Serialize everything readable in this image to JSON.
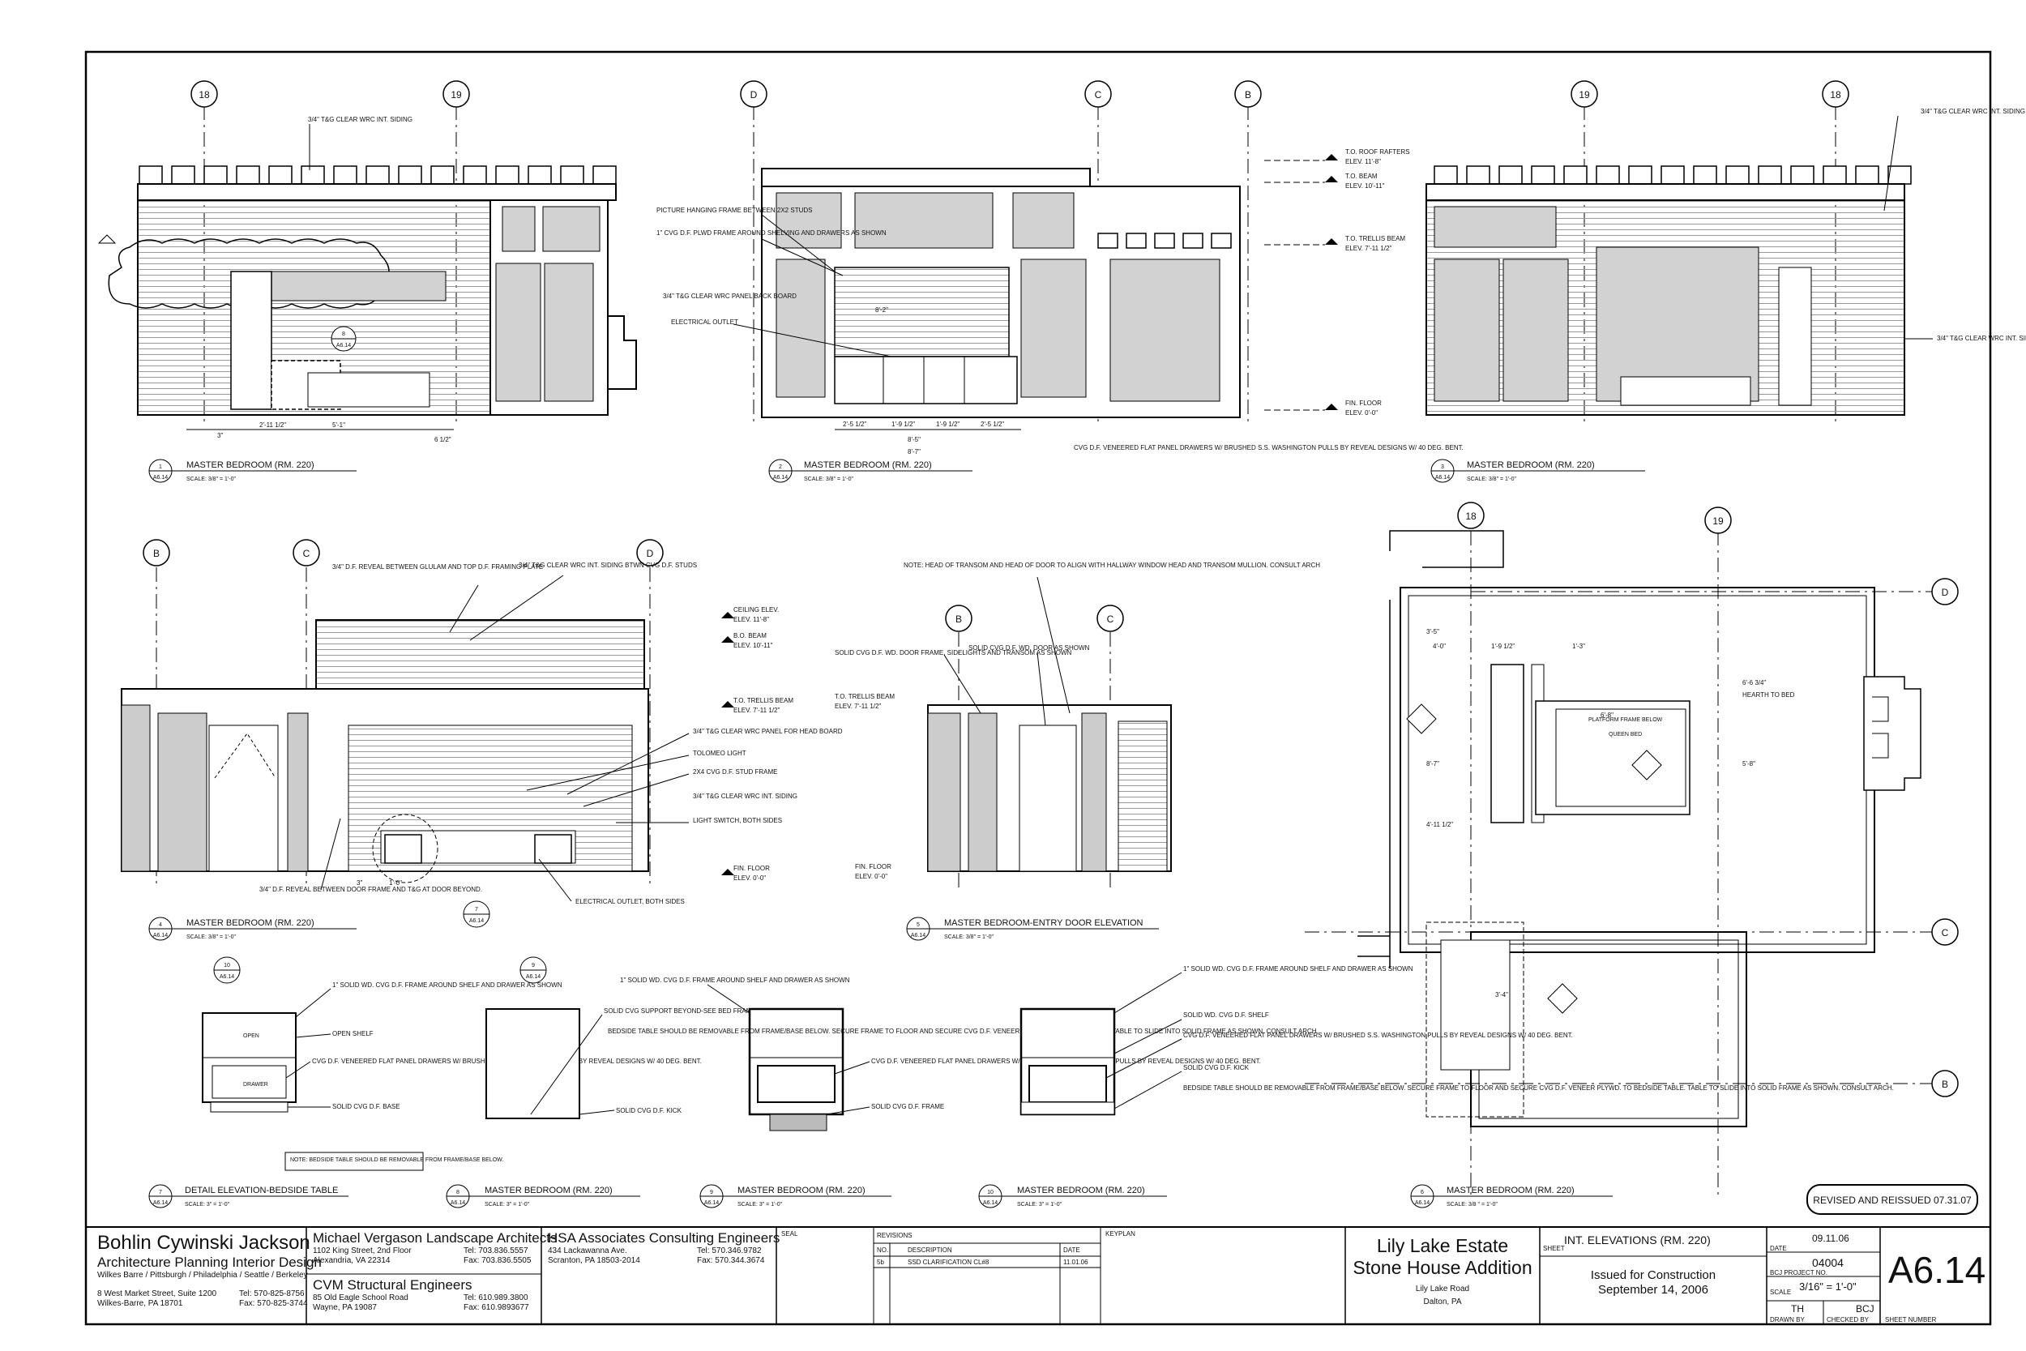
{
  "sheet": {
    "number": "A6.14",
    "title": "INT. ELEVATIONS (RM. 220)",
    "date": "09.11.06",
    "project_no": "04004",
    "scale": "3/16\" = 1'-0\"",
    "drawn_by": "TH",
    "checked_by": "BCJ",
    "issued_label": "Issued for Construction",
    "issued_date": "September 14, 2006",
    "revision_note": "REVISED AND REISSUED 07.31.07",
    "revision_table": {
      "headers": [
        "NO.",
        "DESCRIPTION",
        "DATE"
      ],
      "rows": [
        [
          "5b",
          "SSD CLARIFICATION CL#8",
          "11.01.06"
        ]
      ]
    },
    "labels": {
      "revisions": "REVISIONS",
      "keyplan": "KEYPLAN",
      "seal": "SEAL",
      "sheet": "SHEET",
      "date": "DATE",
      "proj": "BCJ PROJECT NO.",
      "scale": "SCALE",
      "drawn": "DRAWN BY",
      "checked": "CHECKED BY",
      "sheetnum": "SHEET NUMBER"
    }
  },
  "project": {
    "name_line1": "Lily Lake Estate",
    "name_line2": "Stone House Addition",
    "address1": "Lily Lake Road",
    "address2": "Dalton, PA"
  },
  "firms": {
    "architect": {
      "name": "Bohlin Cywinski Jackson",
      "tagline": "Architecture Planning Interior Design",
      "offices": "Wilkes Barre / Pittsburgh / Philadelphia / Seattle / Berkeley",
      "address1": "8 West Market Street, Suite 1200",
      "address2": "Wilkes-Barre, PA 18701",
      "tel": "Tel: 570-825-8756",
      "fax": "Fax: 570-825-3744"
    },
    "landscape": {
      "name": "Michael Vergason Landscape Architects",
      "address1": "1102 King Street, 2nd Floor",
      "address2": "Alexandria, VA 22314",
      "tel": "Tel: 703.836.5557",
      "fax": "Fax: 703.836.5505"
    },
    "structural": {
      "name": "CVM Structural Engineers",
      "address1": "85 Old Eagle School Road",
      "address2": "Wayne, PA 19087",
      "tel": "Tel: 610.989.3800",
      "fax": "Fax: 610.9893677"
    },
    "consulting": {
      "name": "HSA Associates Consulting Engineers",
      "address1": "434 Lackawanna Ave.",
      "address2": "Scranton, PA 18503-2014",
      "tel": "Tel: 570.346.9782",
      "fax": "Fax: 570.344.3674"
    }
  },
  "drawings": [
    {
      "num": "1",
      "ref": "A6.14",
      "title": "MASTER BEDROOM (RM. 220)",
      "scale": "SCALE: 3/8\" = 1'-0\""
    },
    {
      "num": "2",
      "ref": "A6.14",
      "title": "MASTER BEDROOM (RM. 220)",
      "scale": "SCALE: 3/8\" = 1'-0\""
    },
    {
      "num": "3",
      "ref": "A6.14",
      "title": "MASTER BEDROOM (RM. 220)",
      "scale": "SCALE: 3/8\" = 1'-0\""
    },
    {
      "num": "4",
      "ref": "A6.14",
      "title": "MASTER BEDROOM (RM. 220)",
      "scale": "SCALE: 3/8\" = 1'-0\""
    },
    {
      "num": "5",
      "ref": "A6.14",
      "title": "MASTER BEDROOM-ENTRY DOOR ELEVATION",
      "scale": "SCALE: 3/8\" = 1'-0\""
    },
    {
      "num": "6",
      "ref": "A6.14",
      "title": "MASTER BEDROOM (RM. 220)",
      "scale": "SCALE: 3/8 \" = 1'-0\""
    },
    {
      "num": "7",
      "ref": "A6.14",
      "title": "DETAIL ELEVATION-BEDSIDE TABLE",
      "scale": "SCALE: 3\" = 1'-0\""
    },
    {
      "num": "8",
      "ref": "A6.14",
      "title": "MASTER BEDROOM (RM. 220)",
      "scale": "SCALE: 3\" = 1'-0\""
    },
    {
      "num": "9",
      "ref": "A6.14",
      "title": "MASTER BEDROOM (RM. 220)",
      "scale": "SCALE: 3\" = 1'-0\""
    },
    {
      "num": "10",
      "ref": "A6.14",
      "title": "MASTER BEDROOM (RM. 220)",
      "scale": "SCALE: 3\" = 1'-0\""
    }
  ],
  "grid_bubbles": [
    "18",
    "19",
    "D",
    "C",
    "B"
  ],
  "annotations": {
    "e1_siding": "3/4\" T&G CLEAR WRC INT. SIDING",
    "e2_picture": "PICTURE HANGING FRAME BETWEEN 2X2 STUDS",
    "e2_plywd": "1\" CVG D.F. PLWD FRAME AROUND SHELVING AND DRAWERS AS SHOWN",
    "e2_panel": "3/4\" T&G CLEAR WRC PANEL BACK BOARD",
    "e2_outlet": "ELECTRICAL OUTLET",
    "e2_drawers": "CVG D.F. VENEERED FLAT PANEL DRAWERS W/ BRUSHED S.S. WASHINGTON PULLS BY REVEAL DESIGNS W/ 40 DEG. BENT.",
    "lvl_roof": "T.O. ROOF RAFTERS",
    "lvl_roof_el": "ELEV. 11'-8\"",
    "lvl_beam": "T.O. BEAM",
    "lvl_beam_el": "ELEV. 10'-11\"",
    "lvl_trellis": "T.O. TRELLIS BEAM",
    "lvl_trellis_el": "ELEV. 7'-11 1/2\"",
    "lvl_floor": "FIN. FLOOR",
    "lvl_floor_el": "ELEV. 0'-0\"",
    "lvl_ceiling": "CEILING ELEV.",
    "lvl_ceiling_el": "ELEV. 11'-8\"",
    "lvl_bo_beam": "B.O. BEAM",
    "e4_reveal": "3/4\" D.F. REVEAL BETWEEN GLULAM AND TOP D.F. FRAMING PLATE",
    "e4_siding": "3/4\" T&G CLEAR WRC INT. SIDING BTWN CVG D.F. STUDS",
    "e4_headboard": "3/4\" T&G CLEAR WRC PANEL FOR HEAD BOARD",
    "e4_tolomeo": "TOLOMEO LIGHT",
    "e4_stud": "2X4 CVG D.F. STUD FRAME",
    "e4_siding2": "3/4\" T&G CLEAR WRC INT. SIDING",
    "e4_switch": "LIGHT SWITCH, BOTH SIDES",
    "e4_outlet": "ELECTRICAL OUTLET, BOTH SIDES",
    "e4_reveal2": "3/4\" D.F. REVEAL BETWEEN DOOR FRAME AND T&G AT DOOR BEYOND.",
    "e5_note": "NOTE: HEAD OF TRANSOM AND HEAD OF DOOR TO ALIGN WITH HALLWAY WINDOW HEAD AND TRANSOM MULLION. CONSULT ARCH",
    "e5_door": "SOLID CVG D.F. WD. DOOR FRAME, SIDELIGHTS AND TRANSOM AS SHOWN",
    "e5_door2": "SOLID CVG D.F. WD. DOOR AS SHOWN",
    "d7_frame": "1\" SOLID WD. CVG D.F. FRAME AROUND SHELF AND DRAWER AS SHOWN",
    "d7_open": "OPEN SHELF",
    "d7_drawers": "CVG D.F. VENEERED FLAT PANEL DRAWERS W/ BRUSHED S.S. WASHINGTON PULLS BY REVEAL DESIGNS W/ 40 DEG. BENT.",
    "d7_base": "SOLID CVG D.F. BASE",
    "d7_note": "NOTE: BEDSIDE TABLE SHOULD BE REMOVABLE FROM FRAME/BASE BELOW.",
    "d7_open_lbl": "OPEN",
    "d7_drawer_lbl": "DRAWER",
    "d8_support": "SOLID CVG SUPPORT BEYOND-SEE BED FRAMING PLAN",
    "d8_kick": "SOLID CVG D.F. KICK",
    "d9_frame": "1\" SOLID WD. CVG D.F. FRAME AROUND SHELF AND DRAWER AS SHOWN",
    "d9_bedside": "BEDSIDE TABLE SHOULD BE REMOVABLE FROM FRAME/BASE BELOW. SECURE FRAME TO FLOOR AND SECURE CVG D.F. VENEER PLYWD. TO BEDSIDE TABLE. TABLE TO SLIDE INTO SOLID FRAME AS SHOWN. CONSULT ARCH.",
    "d9_frame2": "SOLID CVG D.F. FRAME",
    "d10_frame": "1\" SOLID WD. CVG D.F. FRAME AROUND SHELF AND DRAWER AS SHOWN",
    "d10_shelf": "SOLID WD. CVG D.F. SHELF",
    "d10_kick": "SOLID CVG D.F. KICK",
    "plan_hearth": "HEARTH TO BED",
    "plan_queen": "QUEEN BED",
    "plan_platform": "PLATFORM FRAME BELOW",
    "e3_siding": "3/4\" T&G CLEAR WRC INT. SIDING"
  },
  "dimensions": {
    "e1": [
      "5'-1\"",
      "2'-11 1/2\"",
      "3\"",
      "6 1/2\""
    ],
    "e2": [
      "8'-2\"",
      "8'-5\"",
      "8'-7\"",
      "2'-5 1/2\"",
      "1'-9 1/2\"",
      "1'-9 1/2\"",
      "2'-5 1/2\""
    ],
    "e4": [
      "1'-0\"",
      "3\""
    ],
    "plan": [
      "4'-0\"",
      "1'-9 1/2\"",
      "1'-3\"",
      "6'-6 3/4\"",
      "6'-8\"",
      "8'-7\"",
      "4'-11 1/2\"",
      "5'-8\"",
      "3'-5\"",
      "3'-4\""
    ]
  }
}
